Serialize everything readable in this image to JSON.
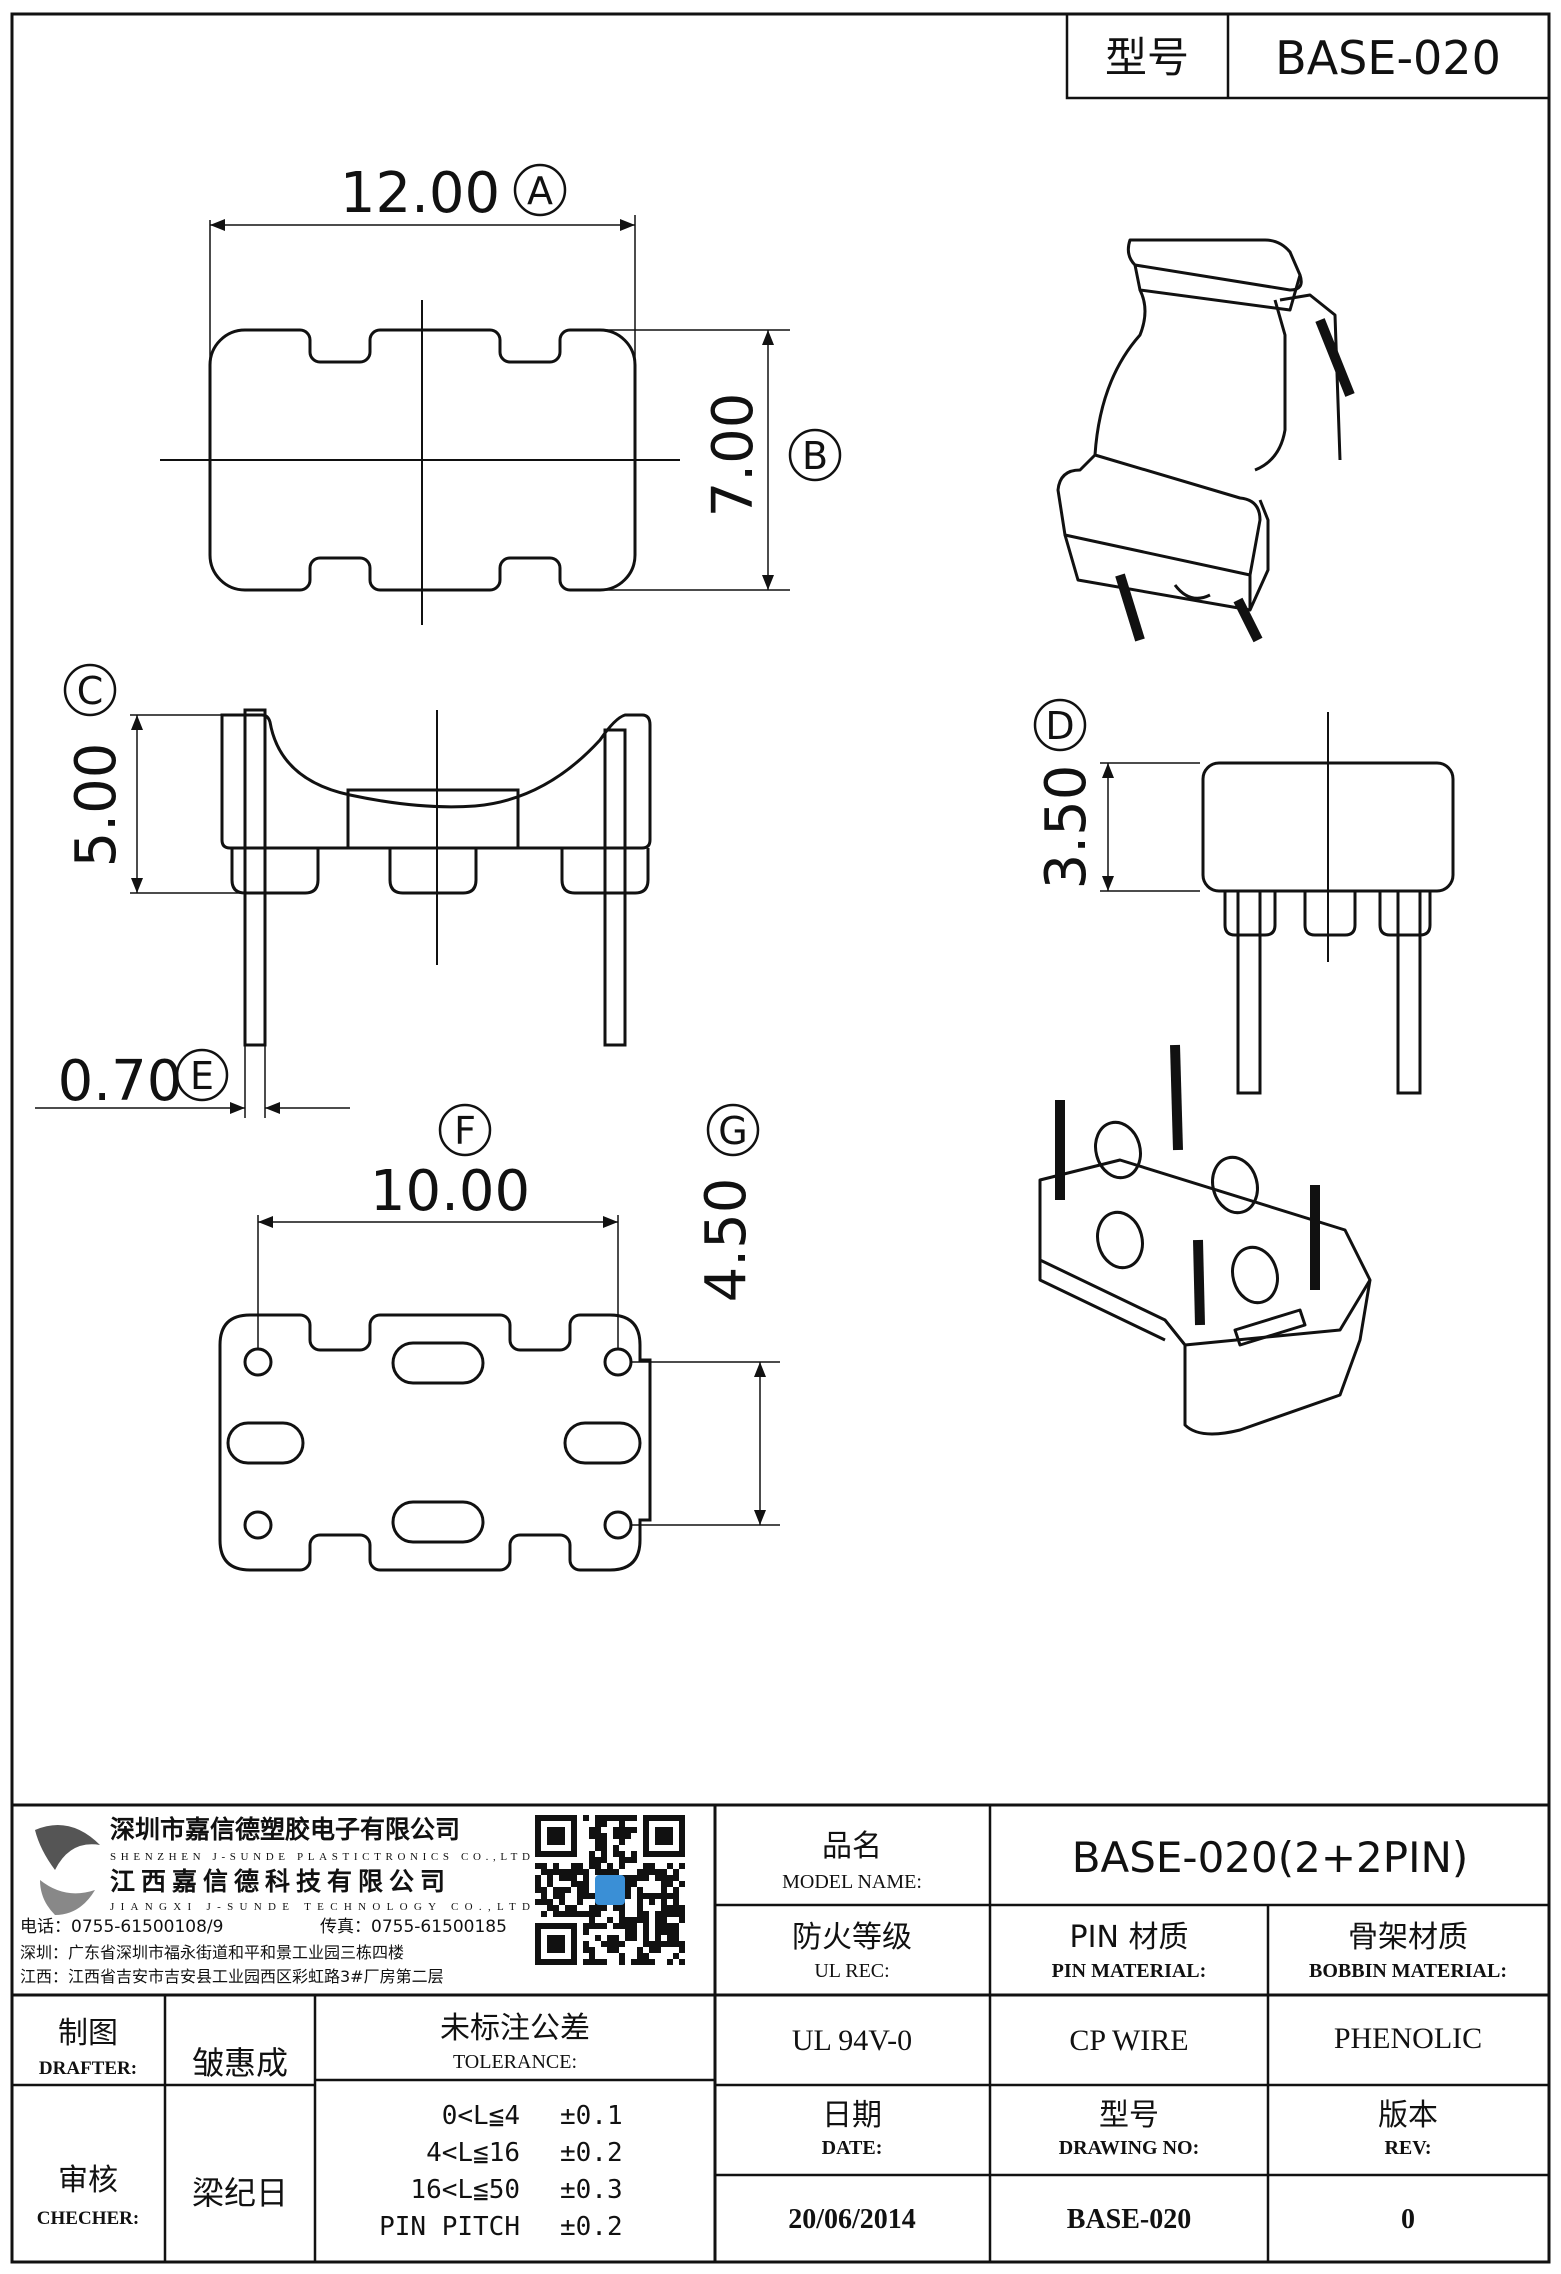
{
  "header": {
    "type_label": "型号",
    "model": "BASE-020"
  },
  "dims": {
    "A": {
      "value": "12.00",
      "letter": "A"
    },
    "B": {
      "value": "7.00",
      "letter": "B"
    },
    "C": {
      "value": "5.00",
      "letter": "C"
    },
    "D": {
      "value": "3.50",
      "letter": "D"
    },
    "E": {
      "value": "0.70",
      "letter": "E"
    },
    "F": {
      "value": "10.00",
      "letter": "F"
    },
    "G": {
      "value": "4.50",
      "letter": "G"
    }
  },
  "company": {
    "name_sz": "深圳市嘉信德塑胶电子有限公司",
    "name_sz_en": "SHENZHEN J-SUNDE PLASTICTRONICS CO.,LTD",
    "name_jx": "江西嘉信德科技有限公司",
    "name_jx_en": "JIANGXI J-SUNDE TECHNOLOGY CO.,LTD",
    "tel": "电话：0755-61500108/9",
    "fax": "传真：0755-61500185",
    "addr_sz": "深圳：广东省深圳市福永街道和平和景工业园三栋四楼",
    "addr_jx": "江西：江西省吉安市吉安县工业园西区彩虹路3#厂房第二层"
  },
  "titleblock": {
    "model_name_cn": "品名",
    "model_name_en": "MODEL NAME:",
    "model_name_value": "BASE-020(2+2PIN)",
    "ul_cn": "防火等级",
    "ul_en": "UL REC:",
    "ul_value": "UL 94V-0",
    "pin_cn": "PIN 材质",
    "pin_en": "PIN MATERIAL:",
    "pin_value": "CP WIRE",
    "bobbin_cn": "骨架材质",
    "bobbin_en": "BOBBIN MATERIAL:",
    "bobbin_value": "PHENOLIC",
    "date_cn": "日期",
    "date_en": "DATE:",
    "date_value": "20/06/2014",
    "drawing_cn": "型号",
    "drawing_en": "DRAWING NO:",
    "drawing_value": "BASE-020",
    "rev_cn": "版本",
    "rev_en": "REV:",
    "rev_value": "0",
    "drafter_cn": "制图",
    "drafter_en": "DRAFTER:",
    "drafter_name": "皱惠成",
    "checker_cn": "审核",
    "checker_en": "CHECHER:",
    "checker_name": "梁纪日",
    "tol_cn": "未标注公差",
    "tol_en": "TOLERANCE:",
    "tol_rows": [
      {
        "range": "0<L≦4",
        "value": "±0.1"
      },
      {
        "range": "4<L≦16",
        "value": "±0.2"
      },
      {
        "range": "16<L≦50",
        "value": "±0.3"
      },
      {
        "range": "PIN PITCH",
        "value": "±0.2"
      }
    ]
  }
}
